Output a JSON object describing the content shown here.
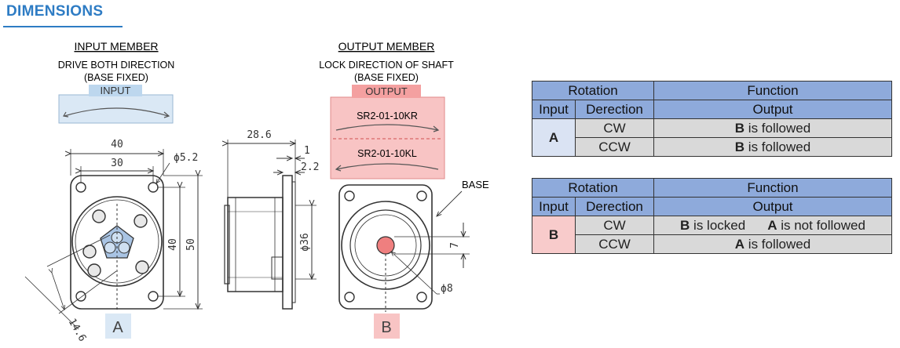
{
  "header": {
    "title": "DIMENSIONS"
  },
  "input_member": {
    "heading": "INPUT MEMBER",
    "line1": "DRIVE BOTH DIRECTION",
    "line2": "(BASE FIXED)",
    "tag": "INPUT"
  },
  "output_member": {
    "heading": "OUTPUT MEMBER",
    "line1": "LOCK DIRECTION OF SHAFT",
    "line2": "(BASE FIXED)",
    "tag": "OUTPUT",
    "model_r": "SR2-01-10KR",
    "model_l": "SR2-01-10KL"
  },
  "drawing": {
    "base_label": "BASE",
    "marker_a": "A",
    "marker_b": "B",
    "dims": {
      "d40_top": "40",
      "d30": "30",
      "phi52": "ϕ5.2",
      "d40_side": "40",
      "d50": "50",
      "d146": "14.6",
      "d286": "28.6",
      "d1": "1",
      "d22": "2.2",
      "phi36": "ϕ36",
      "d7": "7",
      "phi8": "ϕ8"
    }
  },
  "colors": {
    "title": "#2e7cc4",
    "input_tag": "#bdd7ee",
    "output_tag": "#f4a0a0",
    "header_fill": "#8eaadb"
  },
  "table_a": {
    "h_rotation": "Rotation",
    "h_function": "Function",
    "h_input": "Input",
    "h_direction": "Derection",
    "h_output": "Output",
    "input": "A",
    "rows": [
      {
        "dir": "CW",
        "bold": "B",
        "text": " is followed"
      },
      {
        "dir": "CCW",
        "bold": "B",
        "text": " is followed"
      }
    ]
  },
  "table_b": {
    "h_rotation": "Rotation",
    "h_function": "Function",
    "h_input": "Input",
    "h_direction": "Derection",
    "h_output": "Output",
    "input": "B",
    "row1": {
      "dir": "CW",
      "bold1": "B",
      "text1": " is locked",
      "bold2": "A",
      "text2": " is not followed"
    },
    "row2": {
      "dir": "CCW",
      "bold": "A",
      "text": " is followed"
    }
  }
}
